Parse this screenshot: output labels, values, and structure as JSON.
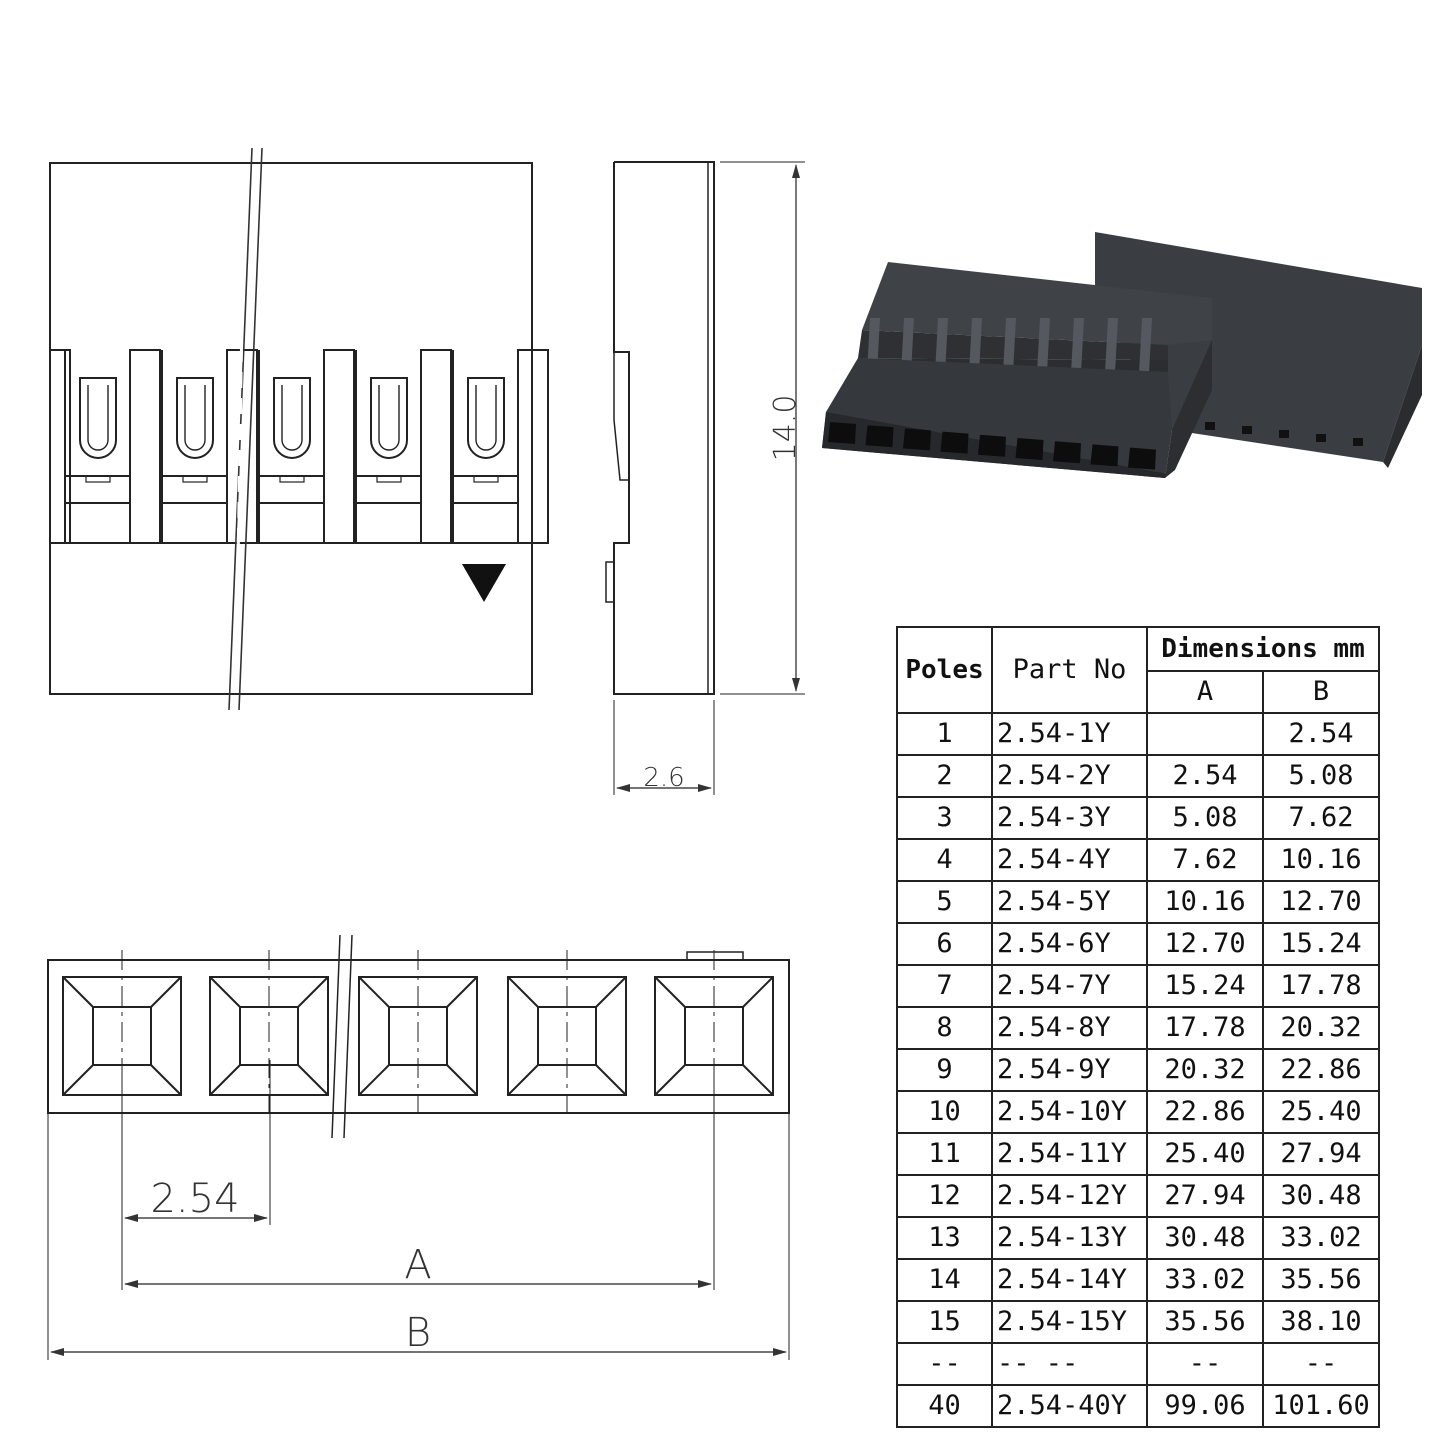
{
  "drawing": {
    "height_dim": "14.0",
    "width_dim": "2.6",
    "pitch_dim": "2.54",
    "dim_a": "A",
    "dim_b": "B"
  },
  "table": {
    "col_poles": "Poles",
    "col_part": "Part No",
    "col_dims": "Dimensions mm",
    "col_a": "A",
    "col_b": "B",
    "rows": [
      {
        "poles": "1",
        "part": "2.54-1Y",
        "a": "",
        "b": "2.54"
      },
      {
        "poles": "2",
        "part": "2.54-2Y",
        "a": "2.54",
        "b": "5.08"
      },
      {
        "poles": "3",
        "part": "2.54-3Y",
        "a": "5.08",
        "b": "7.62"
      },
      {
        "poles": "4",
        "part": "2.54-4Y",
        "a": "7.62",
        "b": "10.16"
      },
      {
        "poles": "5",
        "part": "2.54-5Y",
        "a": "10.16",
        "b": "12.70"
      },
      {
        "poles": "6",
        "part": "2.54-6Y",
        "a": "12.70",
        "b": "15.24"
      },
      {
        "poles": "7",
        "part": "2.54-7Y",
        "a": "15.24",
        "b": "17.78"
      },
      {
        "poles": "8",
        "part": "2.54-8Y",
        "a": "17.78",
        "b": "20.32"
      },
      {
        "poles": "9",
        "part": "2.54-9Y",
        "a": "20.32",
        "b": "22.86"
      },
      {
        "poles": "10",
        "part": "2.54-10Y",
        "a": "22.86",
        "b": "25.40"
      },
      {
        "poles": "11",
        "part": "2.54-11Y",
        "a": "25.40",
        "b": "27.94"
      },
      {
        "poles": "12",
        "part": "2.54-12Y",
        "a": "27.94",
        "b": "30.48"
      },
      {
        "poles": "13",
        "part": "2.54-13Y",
        "a": "30.48",
        "b": "33.02"
      },
      {
        "poles": "14",
        "part": "2.54-14Y",
        "a": "33.02",
        "b": "35.56"
      },
      {
        "poles": "15",
        "part": "2.54-15Y",
        "a": "35.56",
        "b": "38.10"
      },
      {
        "poles": "--",
        "part": "-- --",
        "a": "--",
        "b": "--"
      },
      {
        "poles": "40",
        "part": "2.54-40Y",
        "a": "99.06",
        "b": "101.60"
      }
    ]
  }
}
